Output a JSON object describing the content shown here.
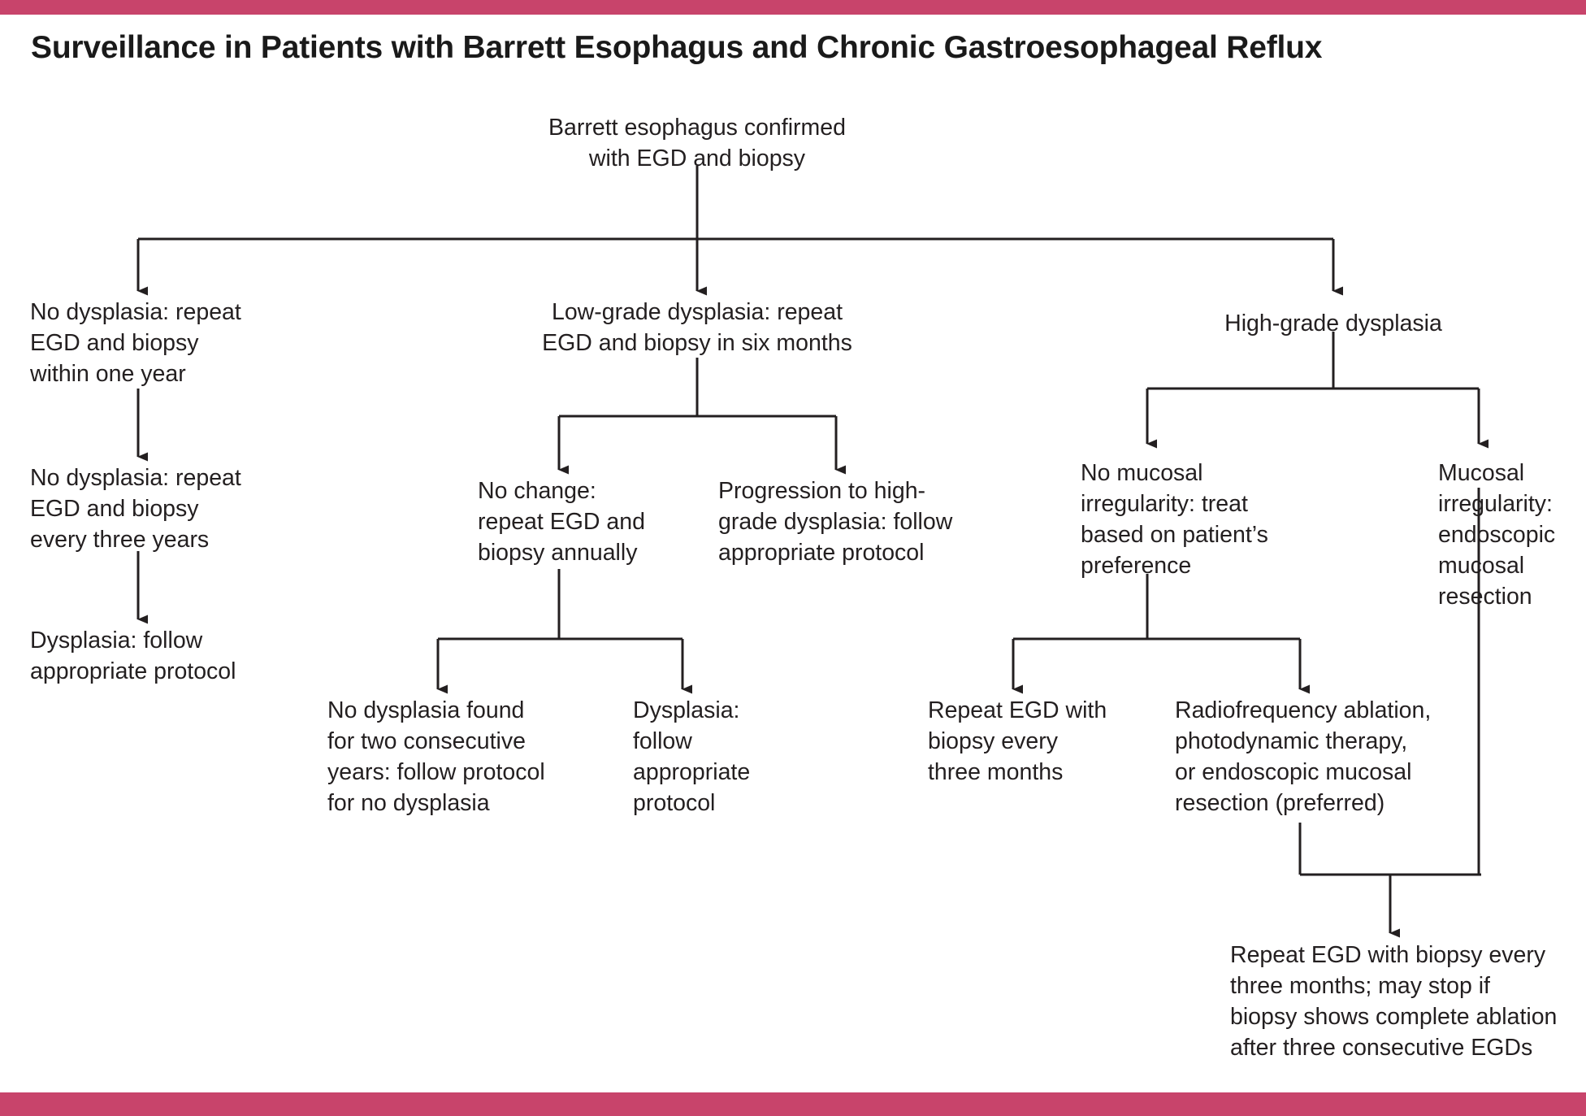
{
  "theme": {
    "accent_bar_color": "#c8446b",
    "text_color": "#231f20",
    "connector_color": "#231f20",
    "background": "#ffffff"
  },
  "header": {
    "title": "Surveillance in Patients with Barrett Esophagus and Chronic Gastroesophageal Reflux"
  },
  "flowchart": {
    "type": "decision-tree",
    "nodes": {
      "root": "Barrett esophagus confirmed\nwith EGD and biopsy",
      "no_dysplasia_1yr": "No dysplasia: repeat\nEGD and biopsy\nwithin one year",
      "no_dysplasia_3yr": "No dysplasia: repeat\nEGD and biopsy\nevery three years",
      "dysplasia_follow": "Dysplasia: follow\nappropriate protocol",
      "low_grade": "Low-grade dysplasia: repeat\nEGD and biopsy in six months",
      "no_change": "No change:\nrepeat EGD and\nbiopsy annually",
      "progression": "Progression to high-\ngrade dysplasia: follow\nappropriate protocol",
      "no_dysplasia_two_years": "No dysplasia found\nfor two consecutive\nyears: follow protocol\nfor no dysplasia",
      "dysplasia_follow_2": "Dysplasia:\nfollow\nappropriate\nprotocol",
      "high_grade": "High-grade dysplasia",
      "no_mucosal": "No mucosal\nirregularity: treat\nbased on patient’s\npreference",
      "mucosal": "Mucosal\nirregularity:\nendoscopic\nmucosal\nresection",
      "repeat_egd_3mo": "Repeat EGD with\nbiopsy every\nthree months",
      "ablation_options": "Radiofrequency ablation,\nphotodynamic therapy,\nor endoscopic mucosal\nresection (preferred)",
      "repeat_egd_may_stop": "Repeat EGD with biopsy every\nthree months; may stop if\nbiopsy shows complete ablation\nafter three consecutive EGDs"
    },
    "edges": [
      {
        "from": "root",
        "to": "no_dysplasia_1yr"
      },
      {
        "from": "root",
        "to": "low_grade"
      },
      {
        "from": "root",
        "to": "high_grade"
      },
      {
        "from": "no_dysplasia_1yr",
        "to": "no_dysplasia_3yr"
      },
      {
        "from": "no_dysplasia_3yr",
        "to": "dysplasia_follow"
      },
      {
        "from": "low_grade",
        "to": "no_change"
      },
      {
        "from": "low_grade",
        "to": "progression"
      },
      {
        "from": "no_change",
        "to": "no_dysplasia_two_years"
      },
      {
        "from": "no_change",
        "to": "dysplasia_follow_2"
      },
      {
        "from": "high_grade",
        "to": "no_mucosal"
      },
      {
        "from": "high_grade",
        "to": "mucosal"
      },
      {
        "from": "no_mucosal",
        "to": "repeat_egd_3mo"
      },
      {
        "from": "no_mucosal",
        "to": "ablation_options"
      },
      {
        "from": "ablation_options",
        "to": "repeat_egd_may_stop"
      },
      {
        "from": "mucosal",
        "to": "repeat_egd_may_stop"
      }
    ]
  }
}
